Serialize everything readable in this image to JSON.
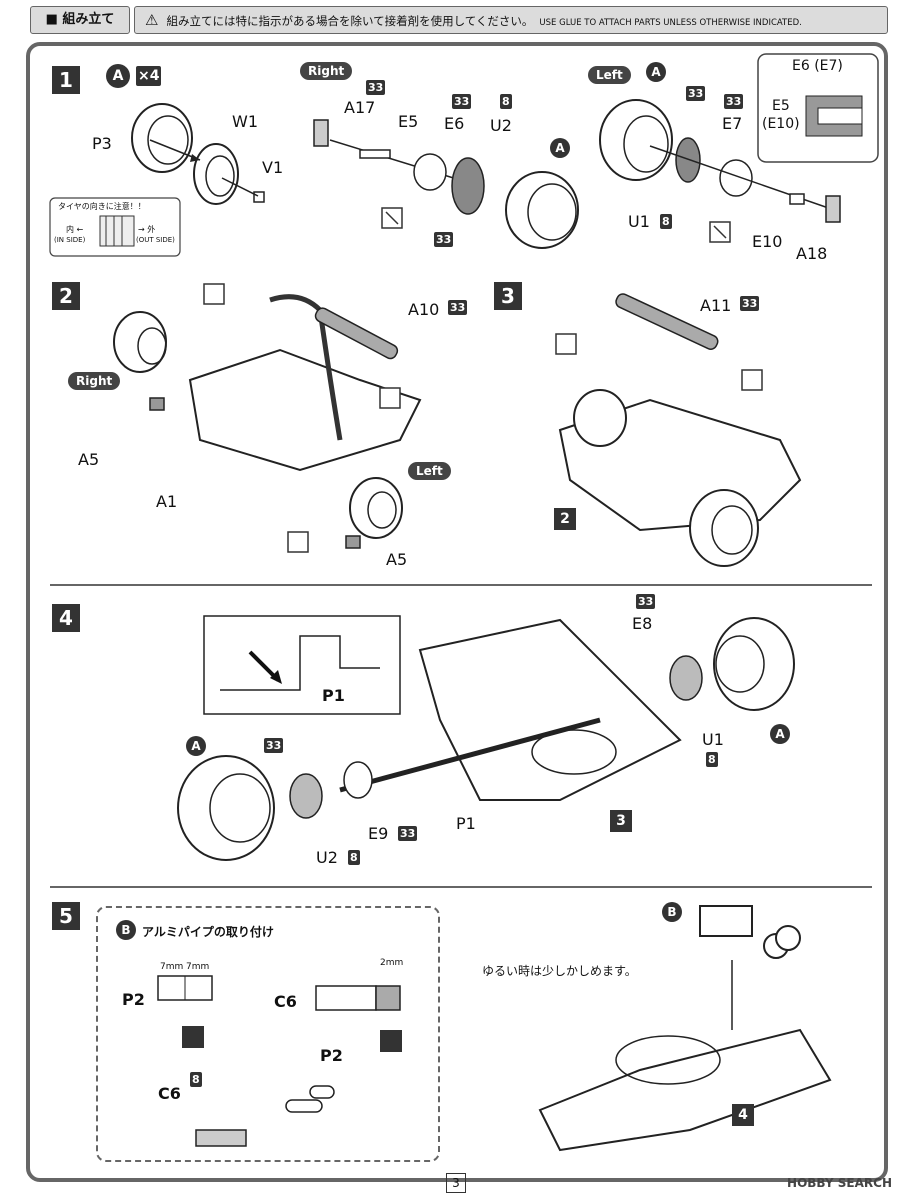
{
  "header": {
    "section_tag": "■ 組み立て",
    "warning_jp": "組み立てには特に指示がある場合を除いて接着剤を使用してください。",
    "warning_en": "USE GLUE TO ATTACH PARTS UNLESS OTHERWISE INDICATED."
  },
  "steps": {
    "s1": "1",
    "s2": "2",
    "s3": "3",
    "s4": "4",
    "s5": "5"
  },
  "step1": {
    "times_label": "A",
    "times_count": "×4",
    "parts": [
      "P3",
      "W1",
      "V1",
      "A17",
      "E5",
      "E6",
      "U2",
      "E7",
      "U1",
      "E10",
      "A18"
    ],
    "right": "Right",
    "left": "Left",
    "inset_title": "E6 (E7)",
    "inset_sub1": "E5",
    "inset_sub2": "(E10)",
    "tire_note_title": "タイヤの向きに注意！！",
    "tire_in": "内 ←",
    "tire_in_en": "(IN SIDE)",
    "tire_out": "→ 外",
    "tire_out_en": "(OUT SIDE)",
    "badge33": "33",
    "badge8": "8",
    "circleA": "A"
  },
  "step2": {
    "parts": [
      "A10",
      "A5",
      "A1",
      "A5"
    ],
    "right": "Right",
    "left": "Left"
  },
  "step3": {
    "parts": [
      "A11"
    ],
    "ref": "2"
  },
  "step4": {
    "parts": [
      "E8",
      "P1",
      "U1",
      "E9",
      "P1",
      "U2"
    ],
    "ref": "3"
  },
  "step5": {
    "inset_circle": "B",
    "inset_title": "アルミパイプの取り付け",
    "dim_7a": "7mm",
    "dim_7b": "7mm",
    "dim_2": "2mm",
    "p2": "P2",
    "c6": "C6",
    "p2b": "P2",
    "c6b": "C6",
    "loose_note": "ゆるい時は少しかしめます。",
    "ref": "4"
  },
  "footer": {
    "page": "3",
    "watermark": "HOBBY SEARCH"
  }
}
